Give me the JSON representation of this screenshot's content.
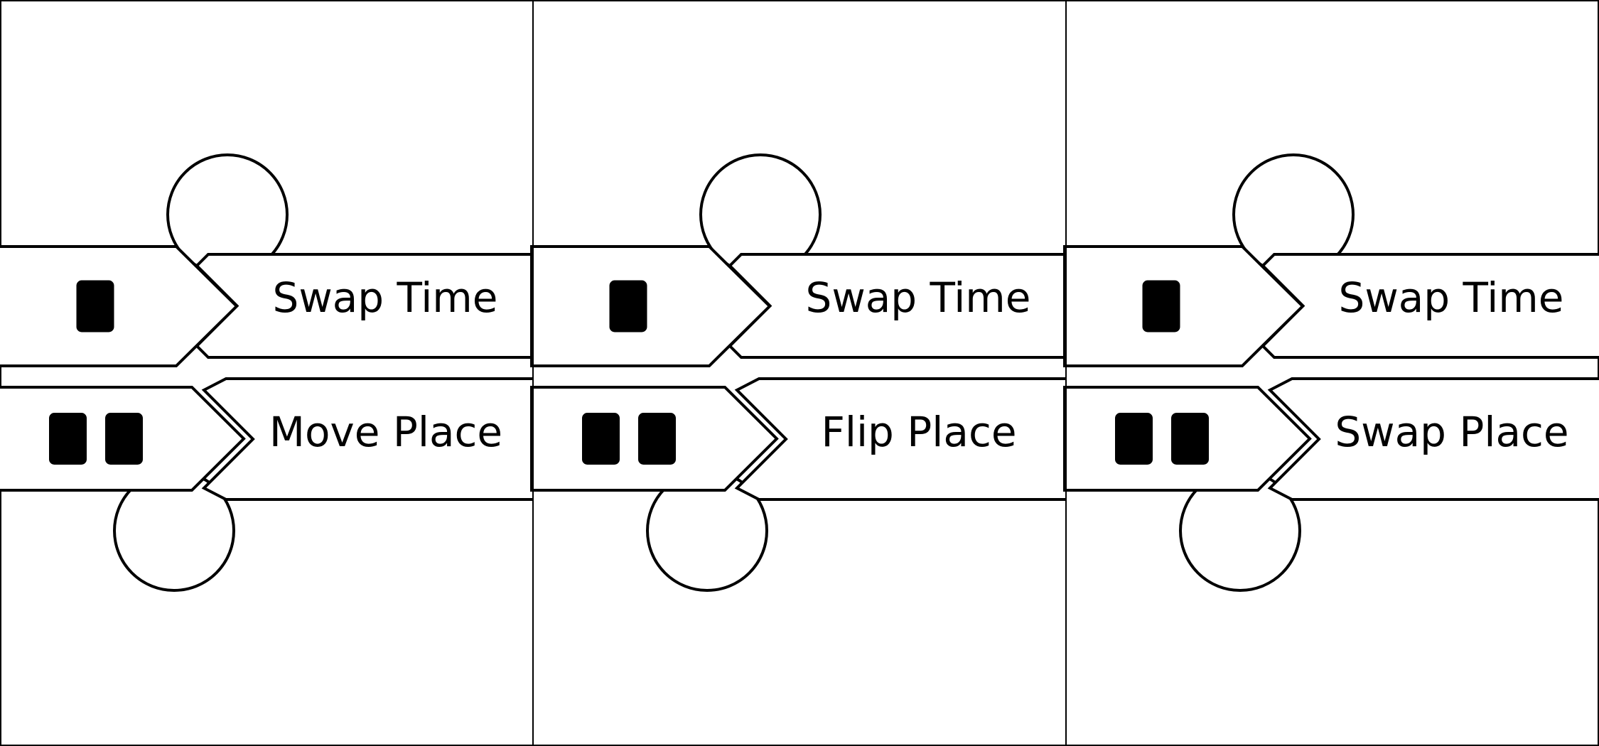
{
  "panels": [
    {
      "rows": [
        {
          "blocks": 1,
          "label": "Swap Time"
        },
        {
          "blocks": 2,
          "label": "Move Place"
        }
      ]
    },
    {
      "rows": [
        {
          "blocks": 1,
          "label": "Swap Time"
        },
        {
          "blocks": 2,
          "label": "Flip Place"
        }
      ]
    },
    {
      "rows": [
        {
          "blocks": 1,
          "label": "Swap Time"
        },
        {
          "blocks": 2,
          "label": "Swap Place"
        }
      ]
    }
  ],
  "colors": {
    "stroke": "#000000",
    "fill": "#ffffff",
    "block": "#000000"
  }
}
